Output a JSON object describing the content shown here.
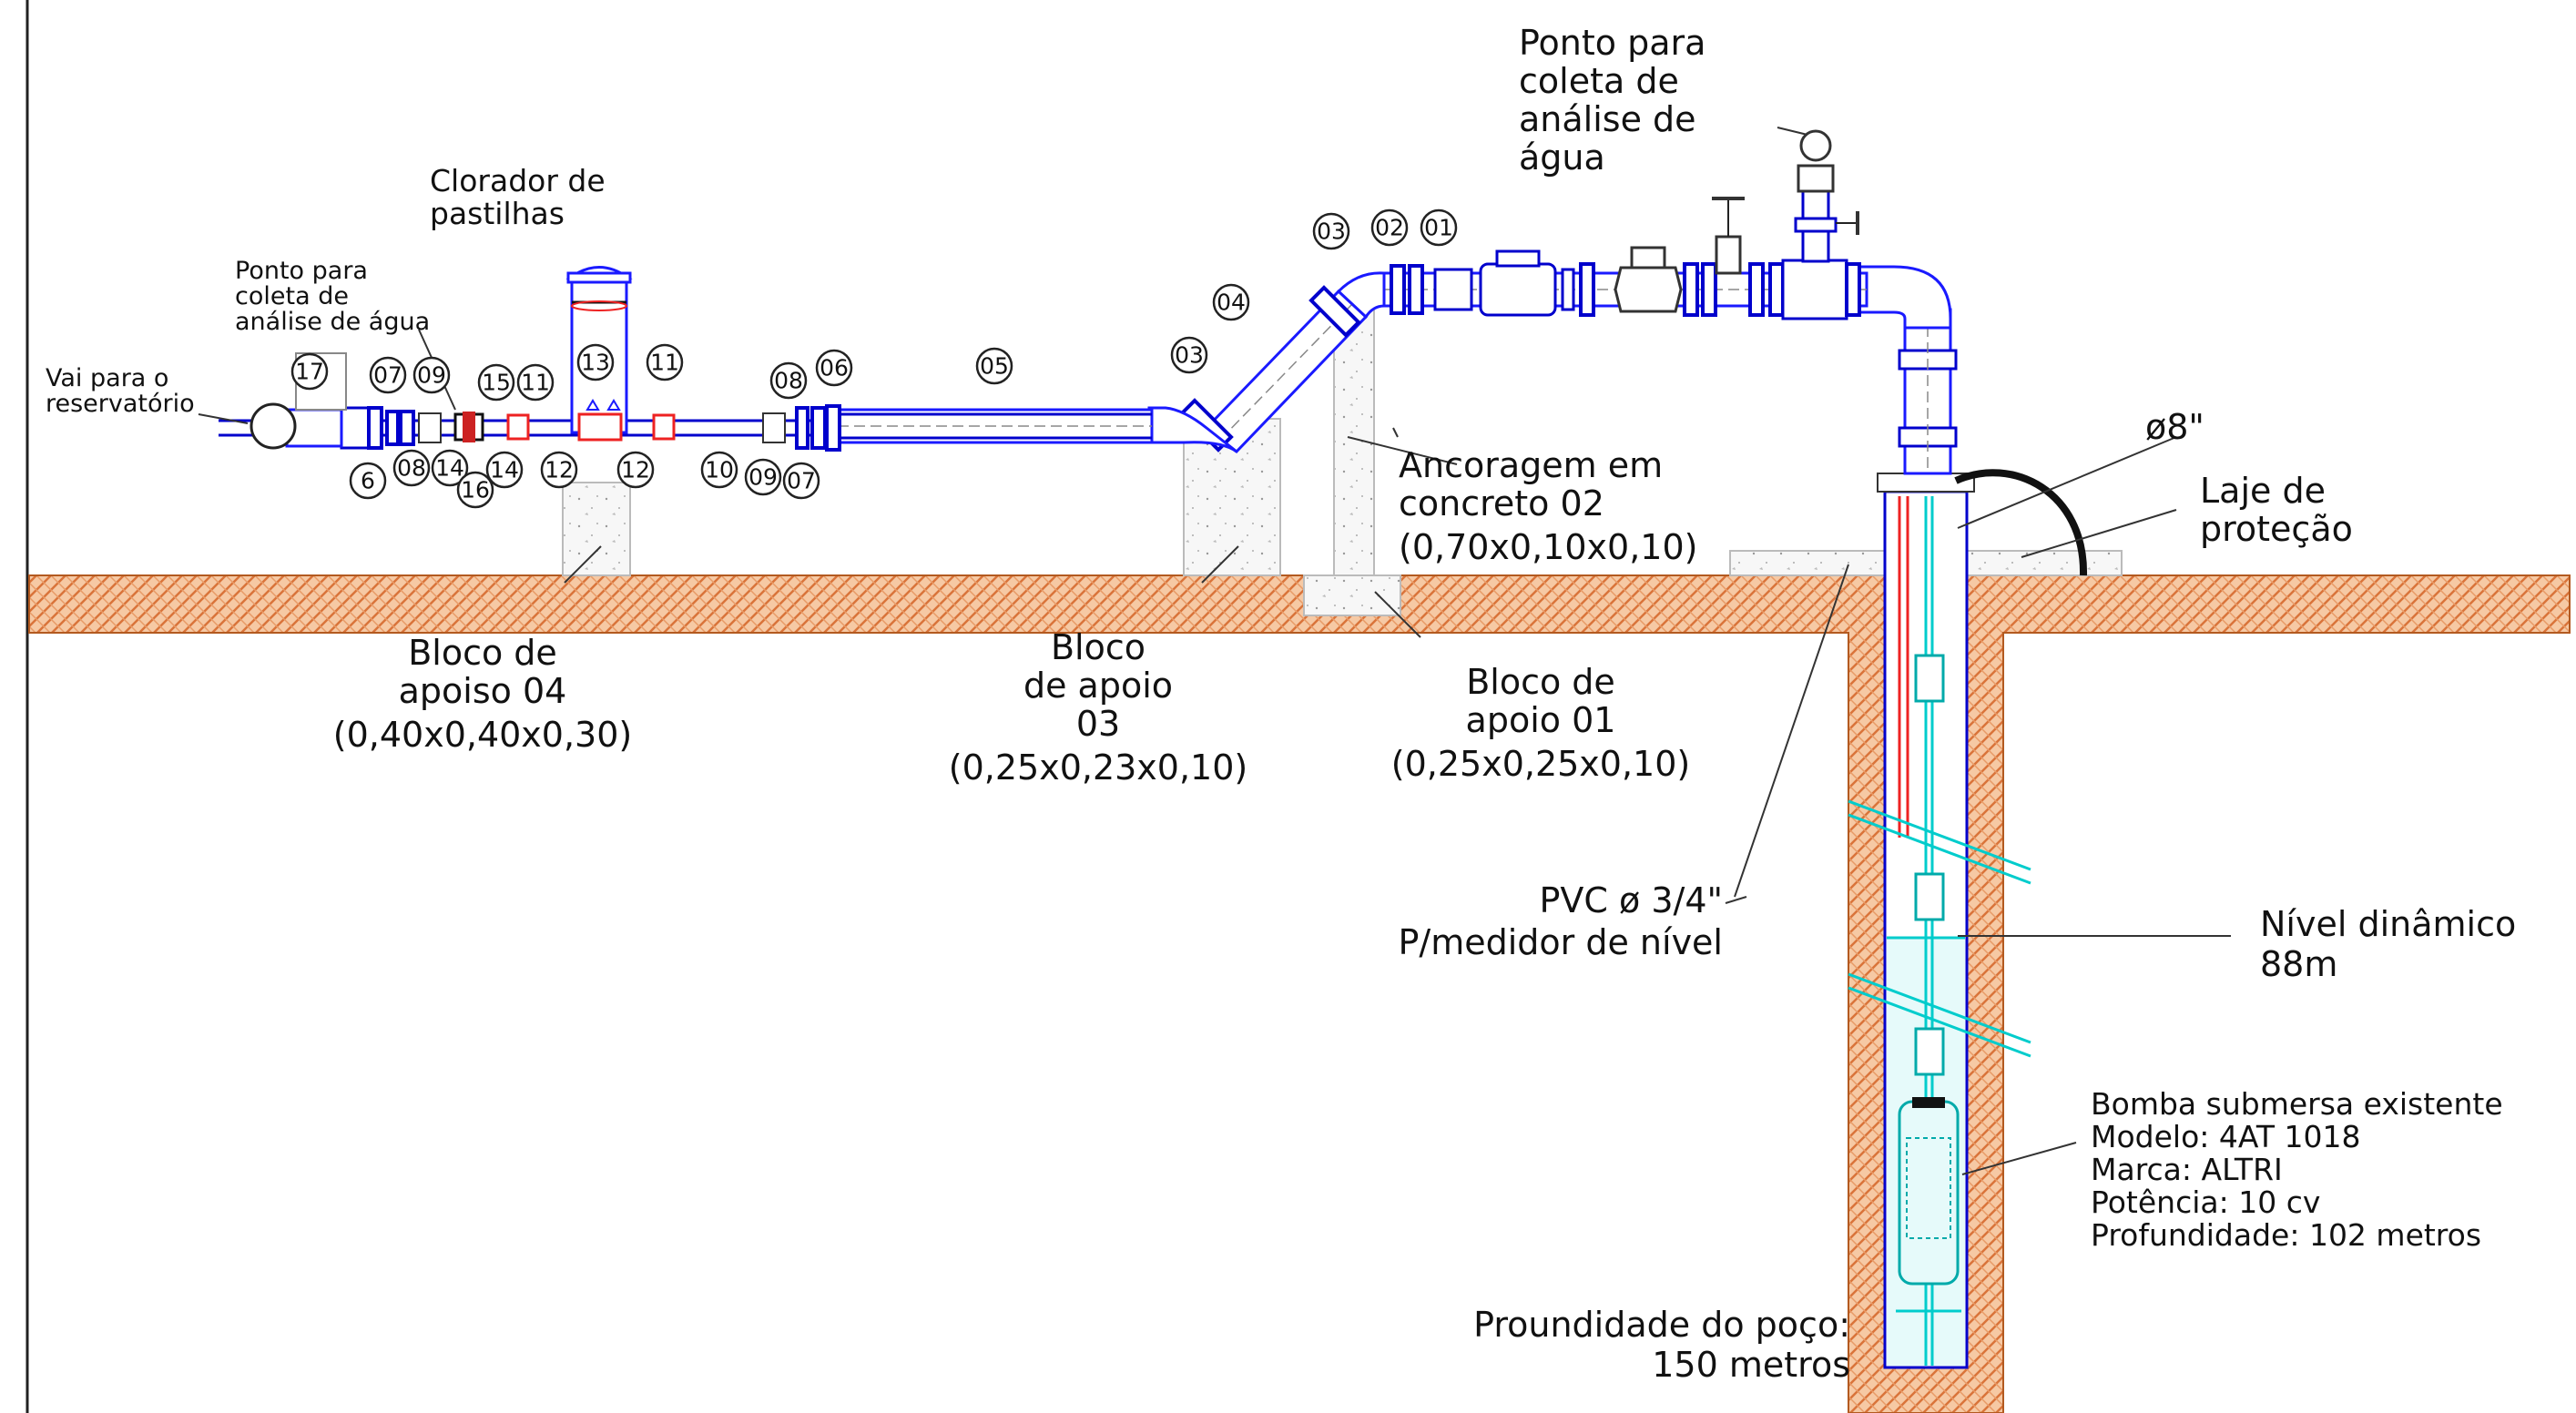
{
  "labels": {
    "vai_para": [
      "Vai para o",
      "reservatório"
    ],
    "ponto_coleta_small": [
      "Ponto para",
      "coleta de",
      "análise de água"
    ],
    "clorador": [
      "Clorador de",
      "pastilhas"
    ],
    "ponto_coleta_top": [
      "Ponto para",
      "coleta de",
      "análise de",
      "água"
    ],
    "bloco04": [
      "Bloco de",
      "apoiso 04",
      "(0,40x0,40x0,30)"
    ],
    "bloco03": [
      "Bloco",
      "de apoio",
      "03",
      "(0,25x0,23x0,10)"
    ],
    "bloco01": [
      "Bloco de",
      "apoio 01",
      "(0,25x0,25x0,10)"
    ],
    "ancoragem": [
      "Ancoragem em",
      "concreto 02",
      "(0,70x0,10x0,10)"
    ],
    "diametro": "ø8\"",
    "laje": [
      "Laje de",
      "proteção"
    ],
    "pvc": [
      "PVC ø 3/4\"",
      "P/medidor de nível"
    ],
    "nivel": [
      "Nível dinâmico",
      "88m"
    ],
    "bomba": [
      "Bomba submersa existente",
      "Modelo:  4AT 1018",
      "Marca:  ALTRI",
      "Potência:  10 cv",
      "Profundidade:  102   metros"
    ],
    "profundidade": [
      "Proundidade   do poço:",
      "150 metros"
    ]
  },
  "markers": {
    "m17": "17",
    "m07a": "07",
    "m09a": "09",
    "m15": "15",
    "m11a": "11",
    "m13": "13",
    "m11b": "11",
    "m08b": "08",
    "m06b": "06",
    "m05": "05",
    "m04": "04",
    "m03a": "03",
    "m03b": "03",
    "m02": "02",
    "m01": "01",
    "m6": "6",
    "m08a": "08",
    "m14a": "14",
    "m16": "16",
    "m14b": "14",
    "m12a": "12",
    "m12b": "12",
    "m10": "10",
    "m09b": "09",
    "m07b": "07"
  },
  "colors": {
    "pipe": "#1a1aff",
    "soil": "#e8a070",
    "water": "#00cccc",
    "pvc_line": "#ee2222"
  }
}
